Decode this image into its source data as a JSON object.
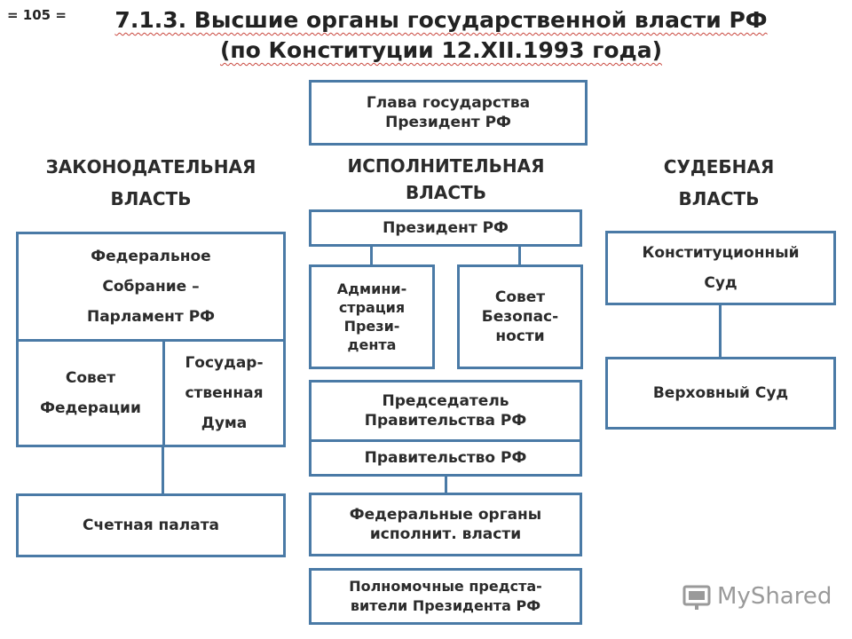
{
  "page_number": "= 105 =",
  "title": "7.1.3. Высшие органы государственной власти РФ\n(по Конституции 12.XII.1993 года)",
  "head_of_state": "Глава государства\nПрезидент РФ",
  "headings": {
    "legislative": "ЗАКОНОДАТЕЛЬНАЯ\nВЛАСТЬ",
    "executive": "ИСПОЛНИТЕЛЬНАЯ\nВЛАСТЬ",
    "judicial": "СУДЕБНАЯ\nВЛАСТЬ"
  },
  "legislative": {
    "federal_assembly": "Федеральное\nСобрание –\nПарламент РФ",
    "federation_council": "Совет\nФедерации",
    "state_duma": "Государ-\nственная\nДума",
    "accounts_chamber": "Счетная палата"
  },
  "executive": {
    "president": "Президент РФ",
    "administration": "Админи-\nстрация\nПрези-\nдента",
    "security_council": "Совет\nБезопас-\nности",
    "prime_minister": "Председатель\nПравительства РФ",
    "government": "Правительство РФ",
    "federal_bodies": "Федеральные органы\nисполнит. власти",
    "representatives": "Полномочные предста-\nвители Президента РФ"
  },
  "judicial": {
    "constitutional_court": "Конституционный\nСуд",
    "supreme_court": "Верховный Суд"
  },
  "watermark": "MyShared",
  "colors": {
    "border": "#4a7aa6",
    "title_underline": "#c9463d"
  }
}
